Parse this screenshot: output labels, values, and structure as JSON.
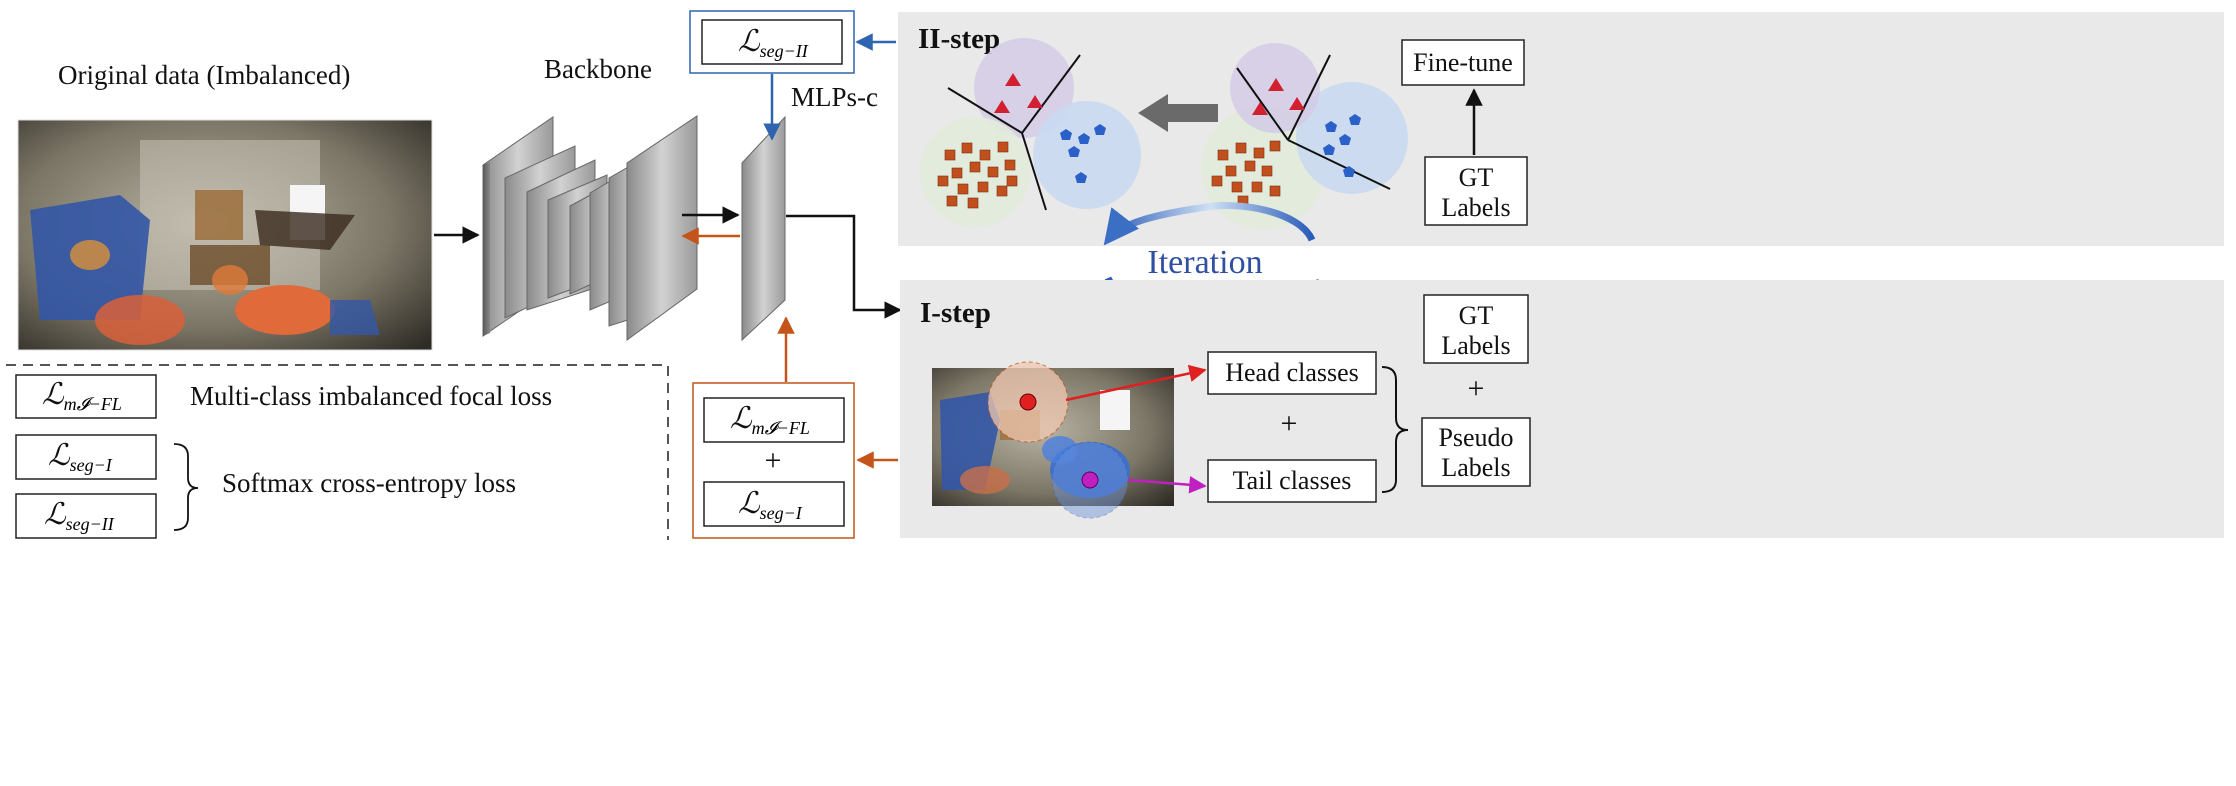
{
  "diagram": {
    "original_label": "Original data (Imbalanced)",
    "backbone_label": "Backbone",
    "mlps_label": "MLPs-c",
    "ii_step_label": "II-step",
    "i_step_label": "I-step",
    "fine_tune_label": "Fine-tune",
    "gt_labels_line1": "GT",
    "gt_labels_line2": "Labels",
    "iteration_label": "Iteration",
    "head_classes_label": "Head classes",
    "tail_classes_label": "Tail classes",
    "plus": "+",
    "pseudo_labels_line1": "Pseudo",
    "pseudo_labels_line2": "Labels"
  },
  "losses": {
    "main_symbol": "ℒ",
    "seg_ii_sub": "seg−II",
    "seg_i_sub": "seg−I",
    "mi_fl_sub": "m𝓘−FL"
  },
  "legend": {
    "focal_desc": "Multi-class imbalanced focal loss",
    "softmax_desc": "Softmax cross-entropy loss"
  },
  "colors": {
    "blue_arrow": "#2e64b0",
    "orange_arrow": "#c4541a",
    "panel_gray": "#e9e9e9",
    "iteration_blue": "#2f4fa2",
    "red_dot": "#e02020",
    "magenta_dot": "#c020c0"
  }
}
